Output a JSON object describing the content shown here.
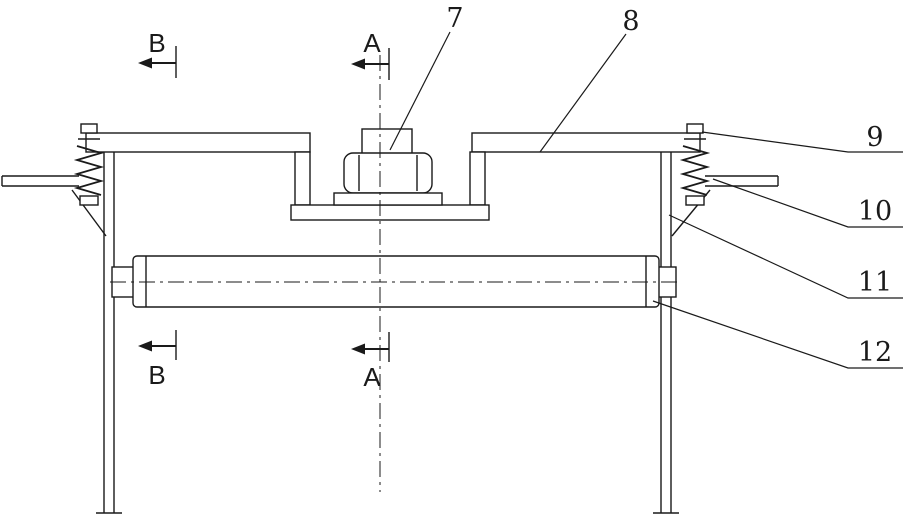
{
  "page": {
    "background": "#ffffff",
    "line_color": "#1a1a1a",
    "drawing_type": "sectional technical drawing of roller / motor mounting assembly"
  },
  "part_labels": {
    "7": "7",
    "8": "8",
    "9": "9",
    "10": "10",
    "11": "11",
    "12": "12"
  },
  "section_markers": {
    "b_top": "B",
    "a_top": "A",
    "b_bottom": "B",
    "a_bottom": "A"
  }
}
